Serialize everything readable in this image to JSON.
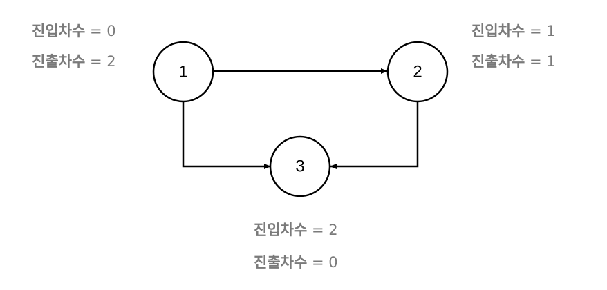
{
  "nodes": [
    {
      "id": "1",
      "label": "1"
    },
    {
      "id": "2",
      "label": "2"
    },
    {
      "id": "3",
      "label": "3"
    }
  ],
  "edges": [
    {
      "from": "1",
      "to": "2"
    },
    {
      "from": "1",
      "to": "3"
    },
    {
      "from": "2",
      "to": "3"
    }
  ],
  "labels": {
    "n1": {
      "in_key": "진입차수",
      "in_val": "= 0",
      "out_key": "진출차수",
      "out_val": "= 2"
    },
    "n2": {
      "in_key": "진입차수",
      "in_val": "= 1",
      "out_key": "진출차수",
      "out_val": "= 1"
    },
    "n3": {
      "in_key": "진입차수",
      "in_val": "= 2",
      "out_key": "진출차수",
      "out_val": "= 0"
    }
  }
}
